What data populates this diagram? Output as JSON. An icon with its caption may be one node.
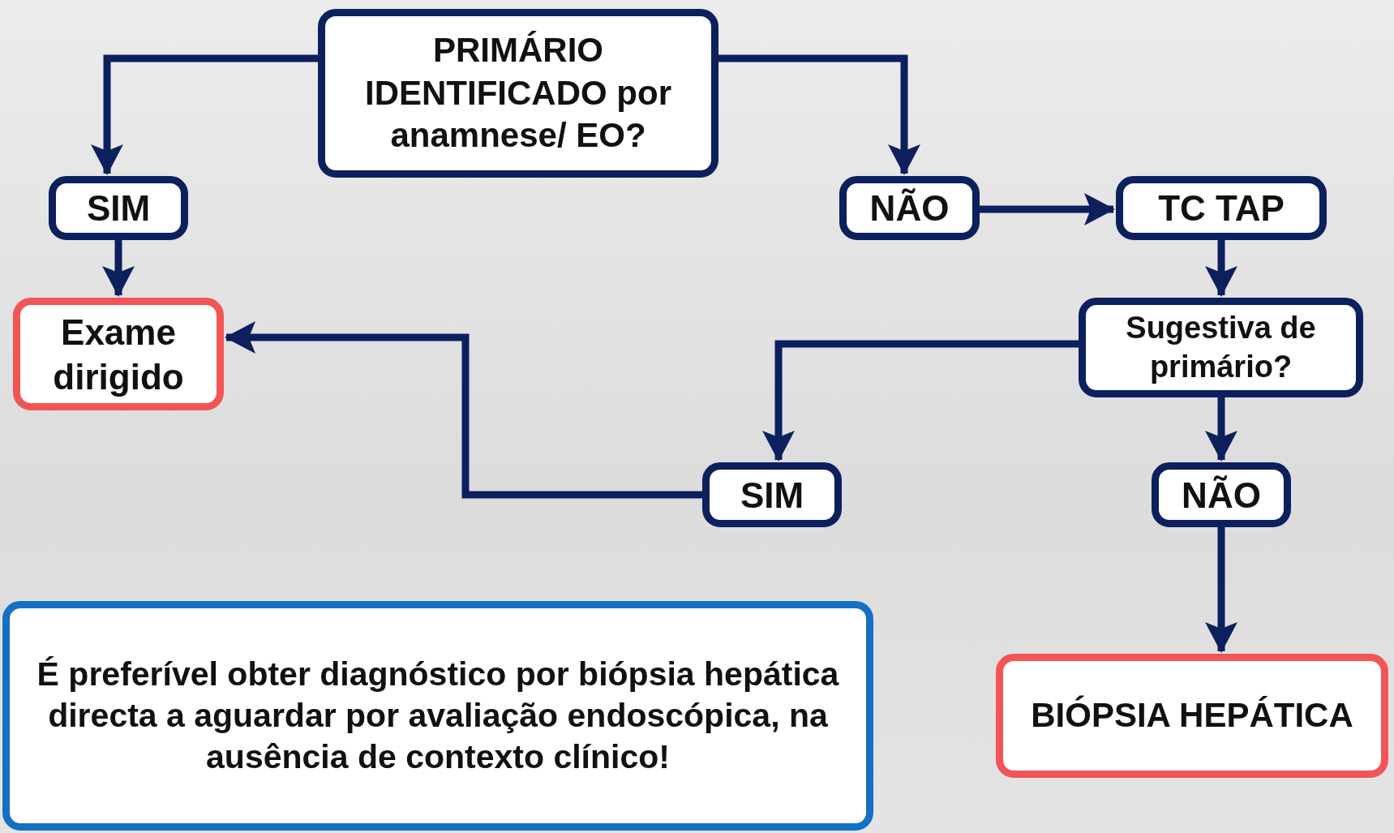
{
  "diagram": {
    "nodes": [
      {
        "text": [
          "PRIMÁRIO IDENTIFICADO por anamnese/ EO?"
        ]
      },
      {
        "text": [
          "SIM"
        ]
      },
      {
        "text": [
          "NÃO"
        ]
      },
      {
        "text": [
          "TC TAP"
        ]
      },
      {
        "text": [
          "Exame dirigido"
        ]
      },
      {
        "text": [
          "Sugestiva de primário?"
        ]
      },
      {
        "text": [
          "SIM"
        ]
      },
      {
        "text": [
          "NÃO"
        ]
      },
      {
        "text": [
          "É preferível obter diagnóstico por biópsia hepática directa a aguardar por avaliação endoscópica, na ausência de contexto clínico!"
        ]
      },
      {
        "text": [
          "BIÓPSIA HEPÁTICA"
        ]
      }
    ],
    "edges": [
      {
        "from": 0,
        "to": 1,
        "arrow": "to"
      },
      {
        "from": 0,
        "to": 2,
        "arrow": "to"
      },
      {
        "from": 1,
        "to": 4,
        "arrow": "to"
      },
      {
        "from": 2,
        "to": 3,
        "arrow": "to"
      },
      {
        "from": 3,
        "to": 5,
        "arrow": "to"
      },
      {
        "from": 5,
        "to": 6,
        "arrow": "to"
      },
      {
        "from": 5,
        "to": 7,
        "arrow": "to"
      },
      {
        "from": 7,
        "to": 9,
        "arrow": "to"
      },
      {
        "from": 6,
        "to": 4,
        "arrow": "to"
      }
    ]
  }
}
